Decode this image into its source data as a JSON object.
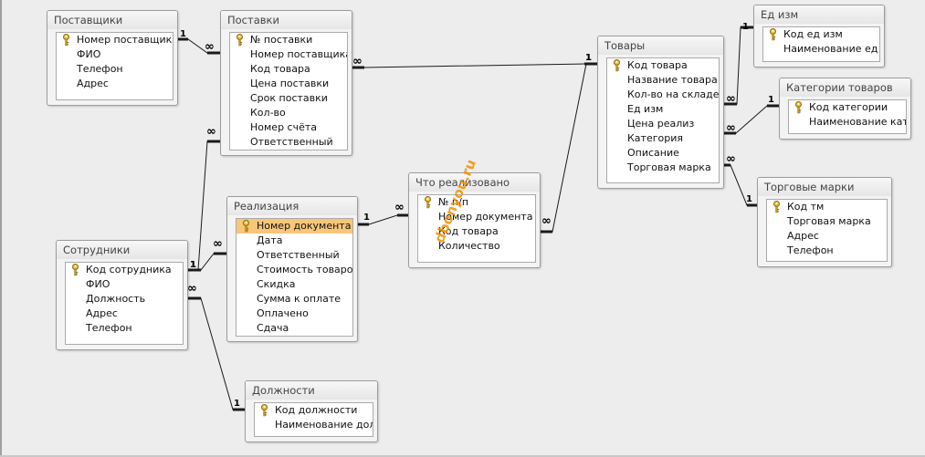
{
  "tables": [
    {
      "id": "suppliers",
      "title": "Поставщики",
      "fields": [
        {
          "label": "Номер поставщика",
          "key": true
        },
        {
          "label": "ФИО"
        },
        {
          "label": "Телефон"
        },
        {
          "label": "Адрес"
        }
      ]
    },
    {
      "id": "deliveries",
      "title": "Поставки",
      "fields": [
        {
          "label": "№ поставки",
          "key": true
        },
        {
          "label": "Номер поставщика"
        },
        {
          "label": "Код товара"
        },
        {
          "label": "Цена поставки"
        },
        {
          "label": "Срок поставки"
        },
        {
          "label": "Кол-во"
        },
        {
          "label": "Номер счёта"
        },
        {
          "label": "Ответственный"
        }
      ]
    },
    {
      "id": "goods",
      "title": "Товары",
      "fields": [
        {
          "label": "Код товара",
          "key": true
        },
        {
          "label": "Название товара"
        },
        {
          "label": "Кол-во на складе"
        },
        {
          "label": "Ед изм"
        },
        {
          "label": "Цена реализ"
        },
        {
          "label": "Категория"
        },
        {
          "label": "Описание"
        },
        {
          "label": "Торговая марка"
        }
      ]
    },
    {
      "id": "units",
      "title": "Ед изм",
      "fields": [
        {
          "label": "Код ед изм",
          "key": true
        },
        {
          "label": "Наименование ед изм"
        }
      ]
    },
    {
      "id": "categories",
      "title": "Категории товаров",
      "fields": [
        {
          "label": "Код категории",
          "key": true
        },
        {
          "label": "Наименование категории"
        }
      ]
    },
    {
      "id": "brands",
      "title": "Торговые марки",
      "fields": [
        {
          "label": "Код тм",
          "key": true
        },
        {
          "label": "Торговая марка"
        },
        {
          "label": "Адрес"
        },
        {
          "label": "Телефон"
        }
      ]
    },
    {
      "id": "sold",
      "title": "Что реализовано",
      "fields": [
        {
          "label": "№ п/п",
          "key": true
        },
        {
          "label": "Номер документа"
        },
        {
          "label": "Код товара"
        },
        {
          "label": "Количество"
        }
      ]
    },
    {
      "id": "sales",
      "title": "Реализация",
      "fields": [
        {
          "label": "Номер документа",
          "key": true,
          "selected": true
        },
        {
          "label": "Дата"
        },
        {
          "label": "Ответственный"
        },
        {
          "label": "Стоимость товаров"
        },
        {
          "label": "Скидка"
        },
        {
          "label": "Сумма к оплате"
        },
        {
          "label": "Оплачено"
        },
        {
          "label": "Сдача"
        }
      ]
    },
    {
      "id": "employees",
      "title": "Сотрудники",
      "fields": [
        {
          "label": "Код сотрудника",
          "key": true
        },
        {
          "label": "ФИО"
        },
        {
          "label": "Должность"
        },
        {
          "label": "Адрес"
        },
        {
          "label": "Телефон"
        }
      ]
    },
    {
      "id": "positions",
      "title": "Должности",
      "fields": [
        {
          "label": "Код должности",
          "key": true
        },
        {
          "label": "Наименование должности"
        }
      ]
    }
  ],
  "relationships": [
    {
      "from": "suppliers",
      "to": "deliveries",
      "one": "1",
      "many": "∞"
    },
    {
      "from": "goods",
      "to": "deliveries",
      "one": "1",
      "many": "∞"
    },
    {
      "from": "units",
      "to": "goods",
      "one": "1",
      "many": "∞"
    },
    {
      "from": "categories",
      "to": "goods",
      "one": "1",
      "many": "∞"
    },
    {
      "from": "brands",
      "to": "goods",
      "one": "1",
      "many": "∞"
    },
    {
      "from": "goods",
      "to": "sold",
      "one": "1",
      "many": "∞"
    },
    {
      "from": "sales",
      "to": "sold",
      "one": "1",
      "many": "∞"
    },
    {
      "from": "employees",
      "to": "sales",
      "one": "1",
      "many": "∞"
    },
    {
      "from": "employees",
      "to": "deliveries",
      "one": "1",
      "many": "∞"
    },
    {
      "from": "positions",
      "to": "employees",
      "one": "1",
      "many": "∞"
    }
  ],
  "watermark": "dbonyou.ru"
}
